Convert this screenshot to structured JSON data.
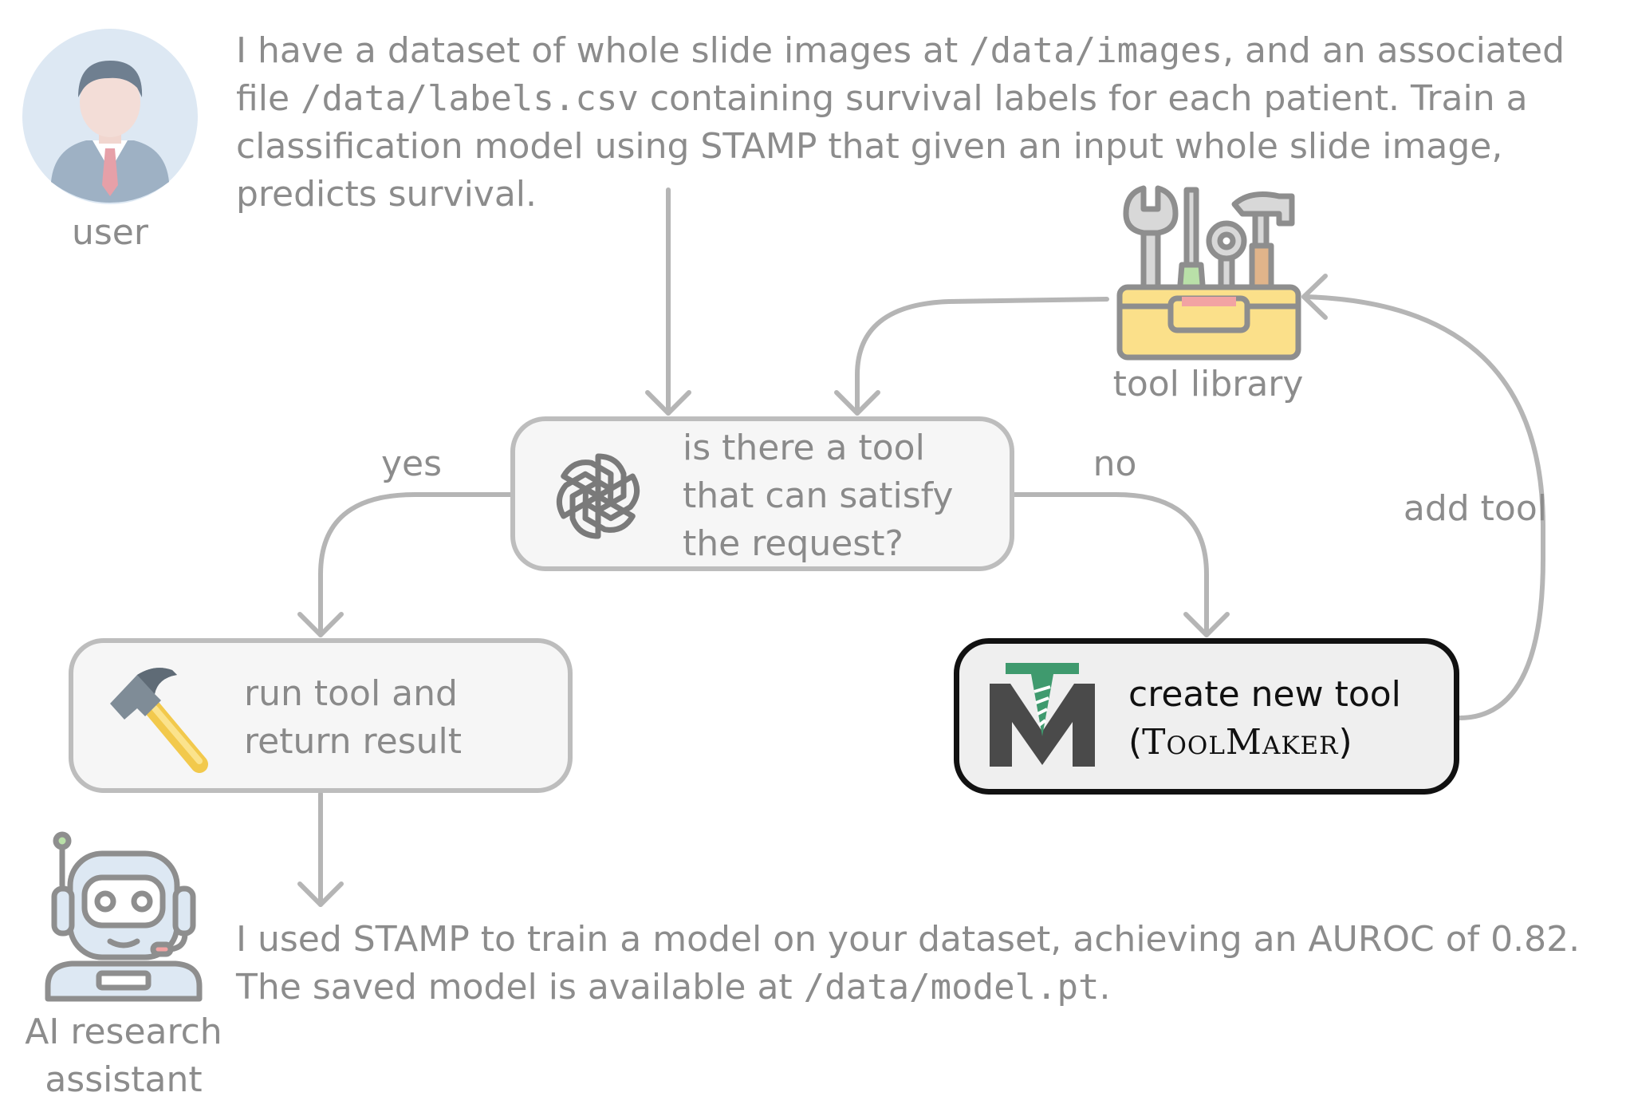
{
  "user": {
    "label": "user",
    "icon": "user-avatar-icon"
  },
  "request": {
    "line1_a": "I have a dataset of whole slide images at ",
    "line1_code": "/data/images",
    "line1_b": ", and an associated",
    "line2_a": "file ",
    "line2_code": "/data/labels.csv",
    "line2_b": " containing survival labels for each patient. Train a",
    "line3": "classification model using STAMP that given an input whole slide image,",
    "line4": "predicts survival."
  },
  "decision": {
    "line1": "is there a tool",
    "line2": "that can satisfy",
    "line3": "the request?",
    "icon": "openai-logo-icon"
  },
  "tool_library": {
    "label": "tool library",
    "icon": "toolbox-icon"
  },
  "run_tool": {
    "line1": "run tool and",
    "line2": "return result",
    "icon": "hammer-icon"
  },
  "create_tool": {
    "line1": "create new tool",
    "line2_open": "(",
    "line2_name": "ToolMaker",
    "line2_close": ")",
    "icon": "toolmaker-logo-icon"
  },
  "edges": {
    "yes": "yes",
    "no": "no",
    "add_tool": "add tool"
  },
  "assistant": {
    "label_line1": "AI research",
    "label_line2": "assistant",
    "icon": "robot-assistant-icon"
  },
  "response": {
    "line1": "I used STAMP to train a model on your dataset, achieving an AUROC of 0.82.",
    "line2_a": "The saved model is available at ",
    "line2_code": "/data/model.pt",
    "line2_b": "."
  },
  "colors": {
    "line": "#b5b5b5",
    "text_grey": "#8c8c8c",
    "highlight_border": "#111111",
    "toolmaker_green": "#3f9a6e"
  }
}
